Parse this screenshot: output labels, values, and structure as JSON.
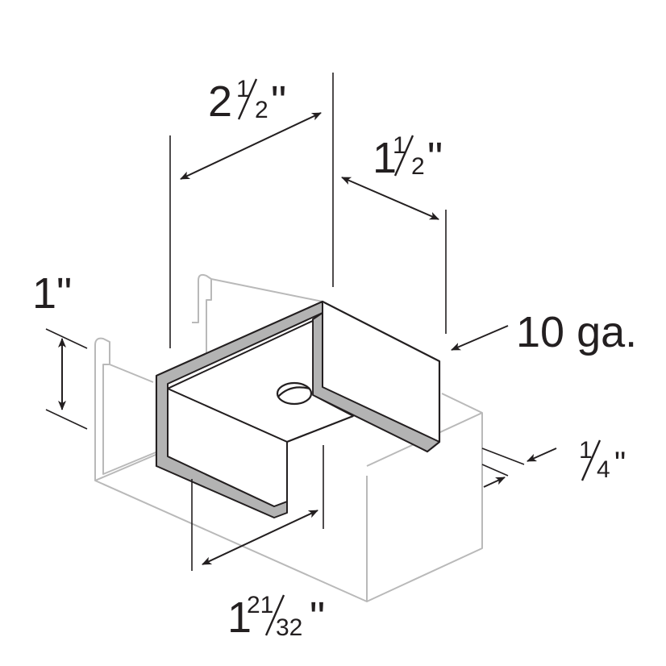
{
  "dimensions": {
    "width_whole": "2",
    "width_frac_num": "1",
    "width_frac_den": "2",
    "width_inch": "\"",
    "depth_whole": "1",
    "depth_frac_num": "1",
    "depth_frac_den": "2",
    "depth_inch": "\"",
    "height_text": "1\"",
    "gauge_text": "10 ga.",
    "thickness_frac_num": "1",
    "thickness_frac_den": "4",
    "thickness_inch": "\"",
    "opening_whole": "1",
    "opening_frac_num": "21",
    "opening_frac_den": "32",
    "opening_inch": "\""
  },
  "colors": {
    "line": "#231f20",
    "ghost_channel": "#b9b9b9",
    "metal_edge": "#b3b3b3"
  }
}
